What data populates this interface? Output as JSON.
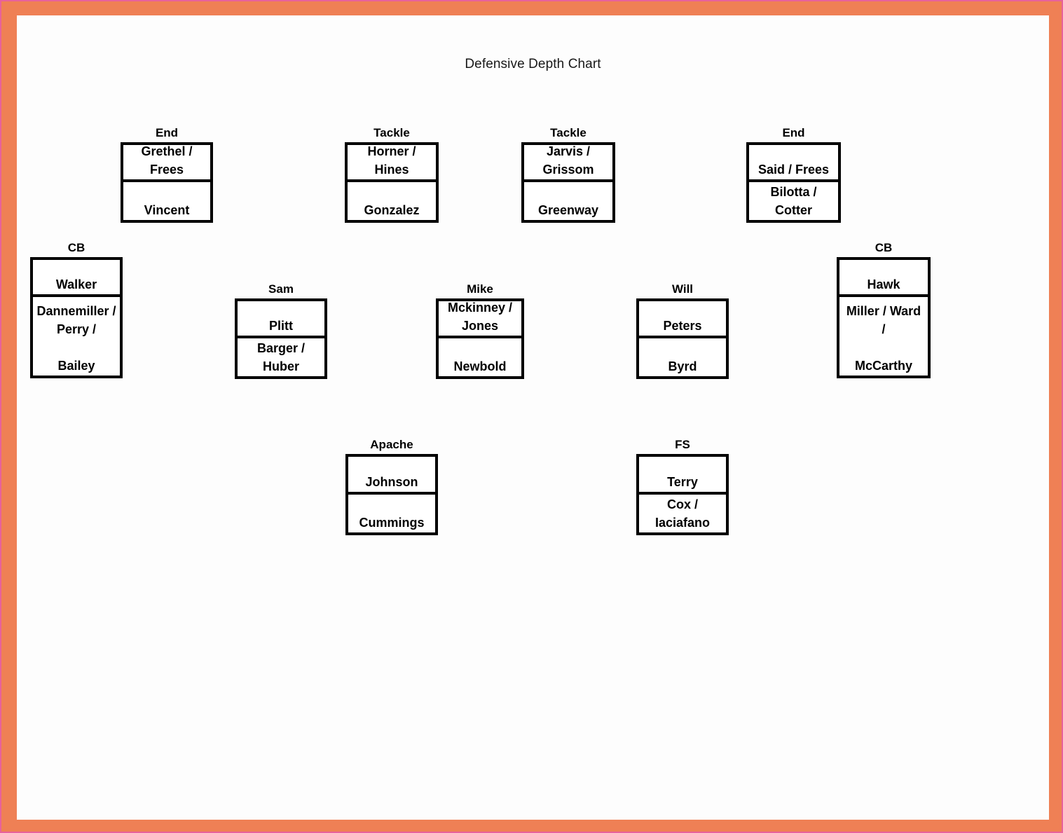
{
  "document": {
    "title": "Defensive Depth Chart"
  },
  "theme": {
    "page_background": "#fdfdfd",
    "frame_band": "#ef8055",
    "frame_edge": "#e8629b",
    "box_border": "#000000",
    "text": "#000000"
  },
  "positions": [
    {
      "id": "left-end",
      "label": "End",
      "starter": "Grethel /\nFrees",
      "backup": "\nVincent"
    },
    {
      "id": "left-tackle",
      "label": "Tackle",
      "starter": "Horner /\nHines",
      "backup": "\nGonzalez"
    },
    {
      "id": "right-tackle",
      "label": "Tackle",
      "starter": "Jarvis /\nGrissom",
      "backup": "\nGreenway"
    },
    {
      "id": "right-end",
      "label": "End",
      "starter": "\nSaid / Frees",
      "backup": "Bilotta /\nCotter"
    },
    {
      "id": "left-cb",
      "label": "CB",
      "starter": "\nWalker",
      "backup": "Dannemiller /\nPerry /\n\nBailey"
    },
    {
      "id": "sam-linebacker",
      "label": "Sam",
      "starter": "\nPlitt",
      "backup": "Barger /\nHuber"
    },
    {
      "id": "mike-linebacker",
      "label": "Mike",
      "starter": "Mckinney /\nJones",
      "backup": "\nNewbold"
    },
    {
      "id": "will-linebacker",
      "label": "Will",
      "starter": "\nPeters",
      "backup": "\nByrd"
    },
    {
      "id": "right-cb",
      "label": "CB",
      "starter": "\nHawk",
      "backup": "Miller / Ward\n/\n\nMcCarthy"
    },
    {
      "id": "apache-safety",
      "label": "Apache",
      "starter": "\nJohnson",
      "backup": "\nCummings"
    },
    {
      "id": "free-safety",
      "label": "FS",
      "starter": "\nTerry",
      "backup": "Cox /\nIaciafano"
    }
  ]
}
